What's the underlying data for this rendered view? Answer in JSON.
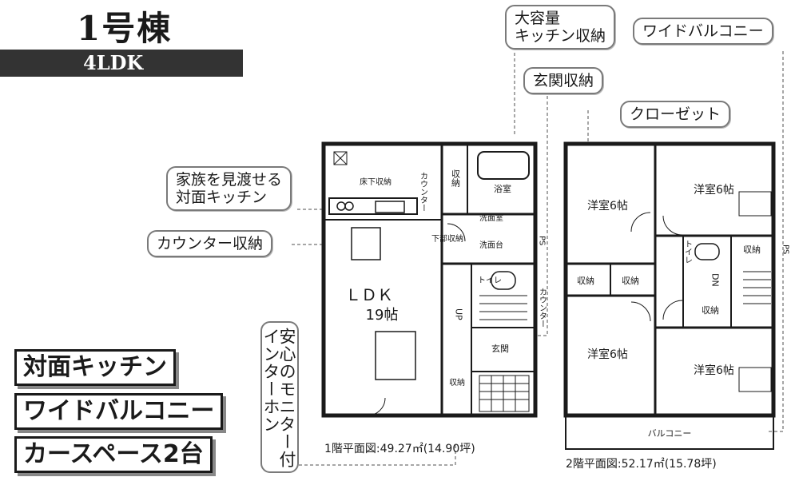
{
  "header": {
    "building": "1号棟",
    "plan_type": "4LDK"
  },
  "callouts": {
    "storage": "大容量\nキッチン収納",
    "wide_balcony": "ワイドバルコニー",
    "entrance_storage": "玄関収納",
    "closet": "クローゼット",
    "family_kitchen": "家族を見渡せる\n対面キッチン",
    "counter_storage": "カウンター収納",
    "monitor_col1": "安心のモニター付",
    "monitor_col2": "インターホン"
  },
  "features": [
    "対面キッチン",
    "ワイドバルコニー",
    "カースペース2台"
  ],
  "floor1": {
    "caption": "1階平面図:49.27㎡(14.90坪)",
    "rooms": {
      "ldk": "ＬＤＫ",
      "ldk_size": "19帖",
      "floor_storage": "床下収納",
      "bath": "浴室",
      "storage": "収納",
      "counter": "カウンター",
      "wash": "洗面室",
      "lower_storage": "下部収納",
      "wash_counter": "洗面台",
      "toilet": "トイレ",
      "counter2": "カウンター",
      "up": "UP",
      "entrance": "玄関",
      "storage2": "収納",
      "ps": "PS"
    }
  },
  "floor2": {
    "caption": "2階平面図:52.17㎡(15.78坪)",
    "rooms": {
      "room_nw": "洋室6帖",
      "room_ne": "洋室6帖",
      "room_sw": "洋室6帖",
      "room_se": "洋室6帖",
      "storage_a": "収納",
      "storage_b": "収納",
      "storage_c": "収納",
      "storage_d": "収納",
      "toilet": "トイレ",
      "dn": "DN",
      "balcony": "バルコニー",
      "ps": "PS"
    }
  }
}
